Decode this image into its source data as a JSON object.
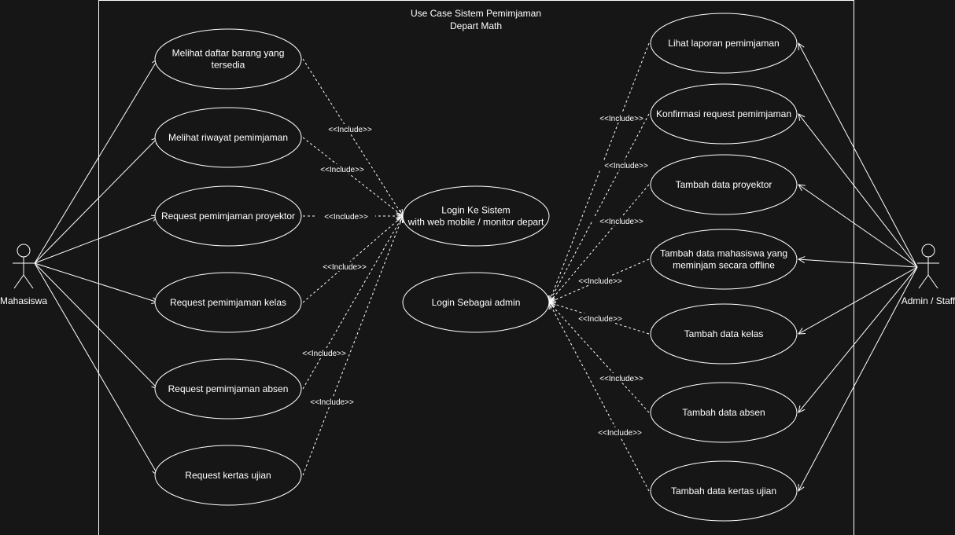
{
  "system": {
    "title_line1": "Use Case Sistem Pemimjaman",
    "title_line2": "Depart Math"
  },
  "actors": {
    "left": "Mahasiswa",
    "right": "Admin / Staff"
  },
  "use_cases": {
    "left": [
      [
        "Melihat daftar barang yang",
        "tersedia"
      ],
      [
        "Melihat riwayat pemimjaman"
      ],
      [
        "Request pemimjaman proyektor"
      ],
      [
        "Request pemimjaman kelas"
      ],
      [
        "Request pemimjaman absen"
      ],
      [
        "Request kertas ujian"
      ]
    ],
    "center": [
      [
        "Login Ke Sistem",
        "with web mobile / monitor depart"
      ],
      [
        "Login Sebagai admin"
      ]
    ],
    "right": [
      [
        "Lihat laporan pemimjaman"
      ],
      [
        "Konfirmasi request pemimjaman"
      ],
      [
        "Tambah data proyektor"
      ],
      [
        "Tambah data mahasiswa yang",
        "meminjam secara offline"
      ],
      [
        "Tambah data kelas"
      ],
      [
        "Tambah data absen"
      ],
      [
        "Tambah data kertas ujian"
      ]
    ]
  },
  "relation_label": "<<Include>>",
  "colors": {
    "background": "#161616",
    "stroke": "#ffffff",
    "text": "#ffffff"
  }
}
